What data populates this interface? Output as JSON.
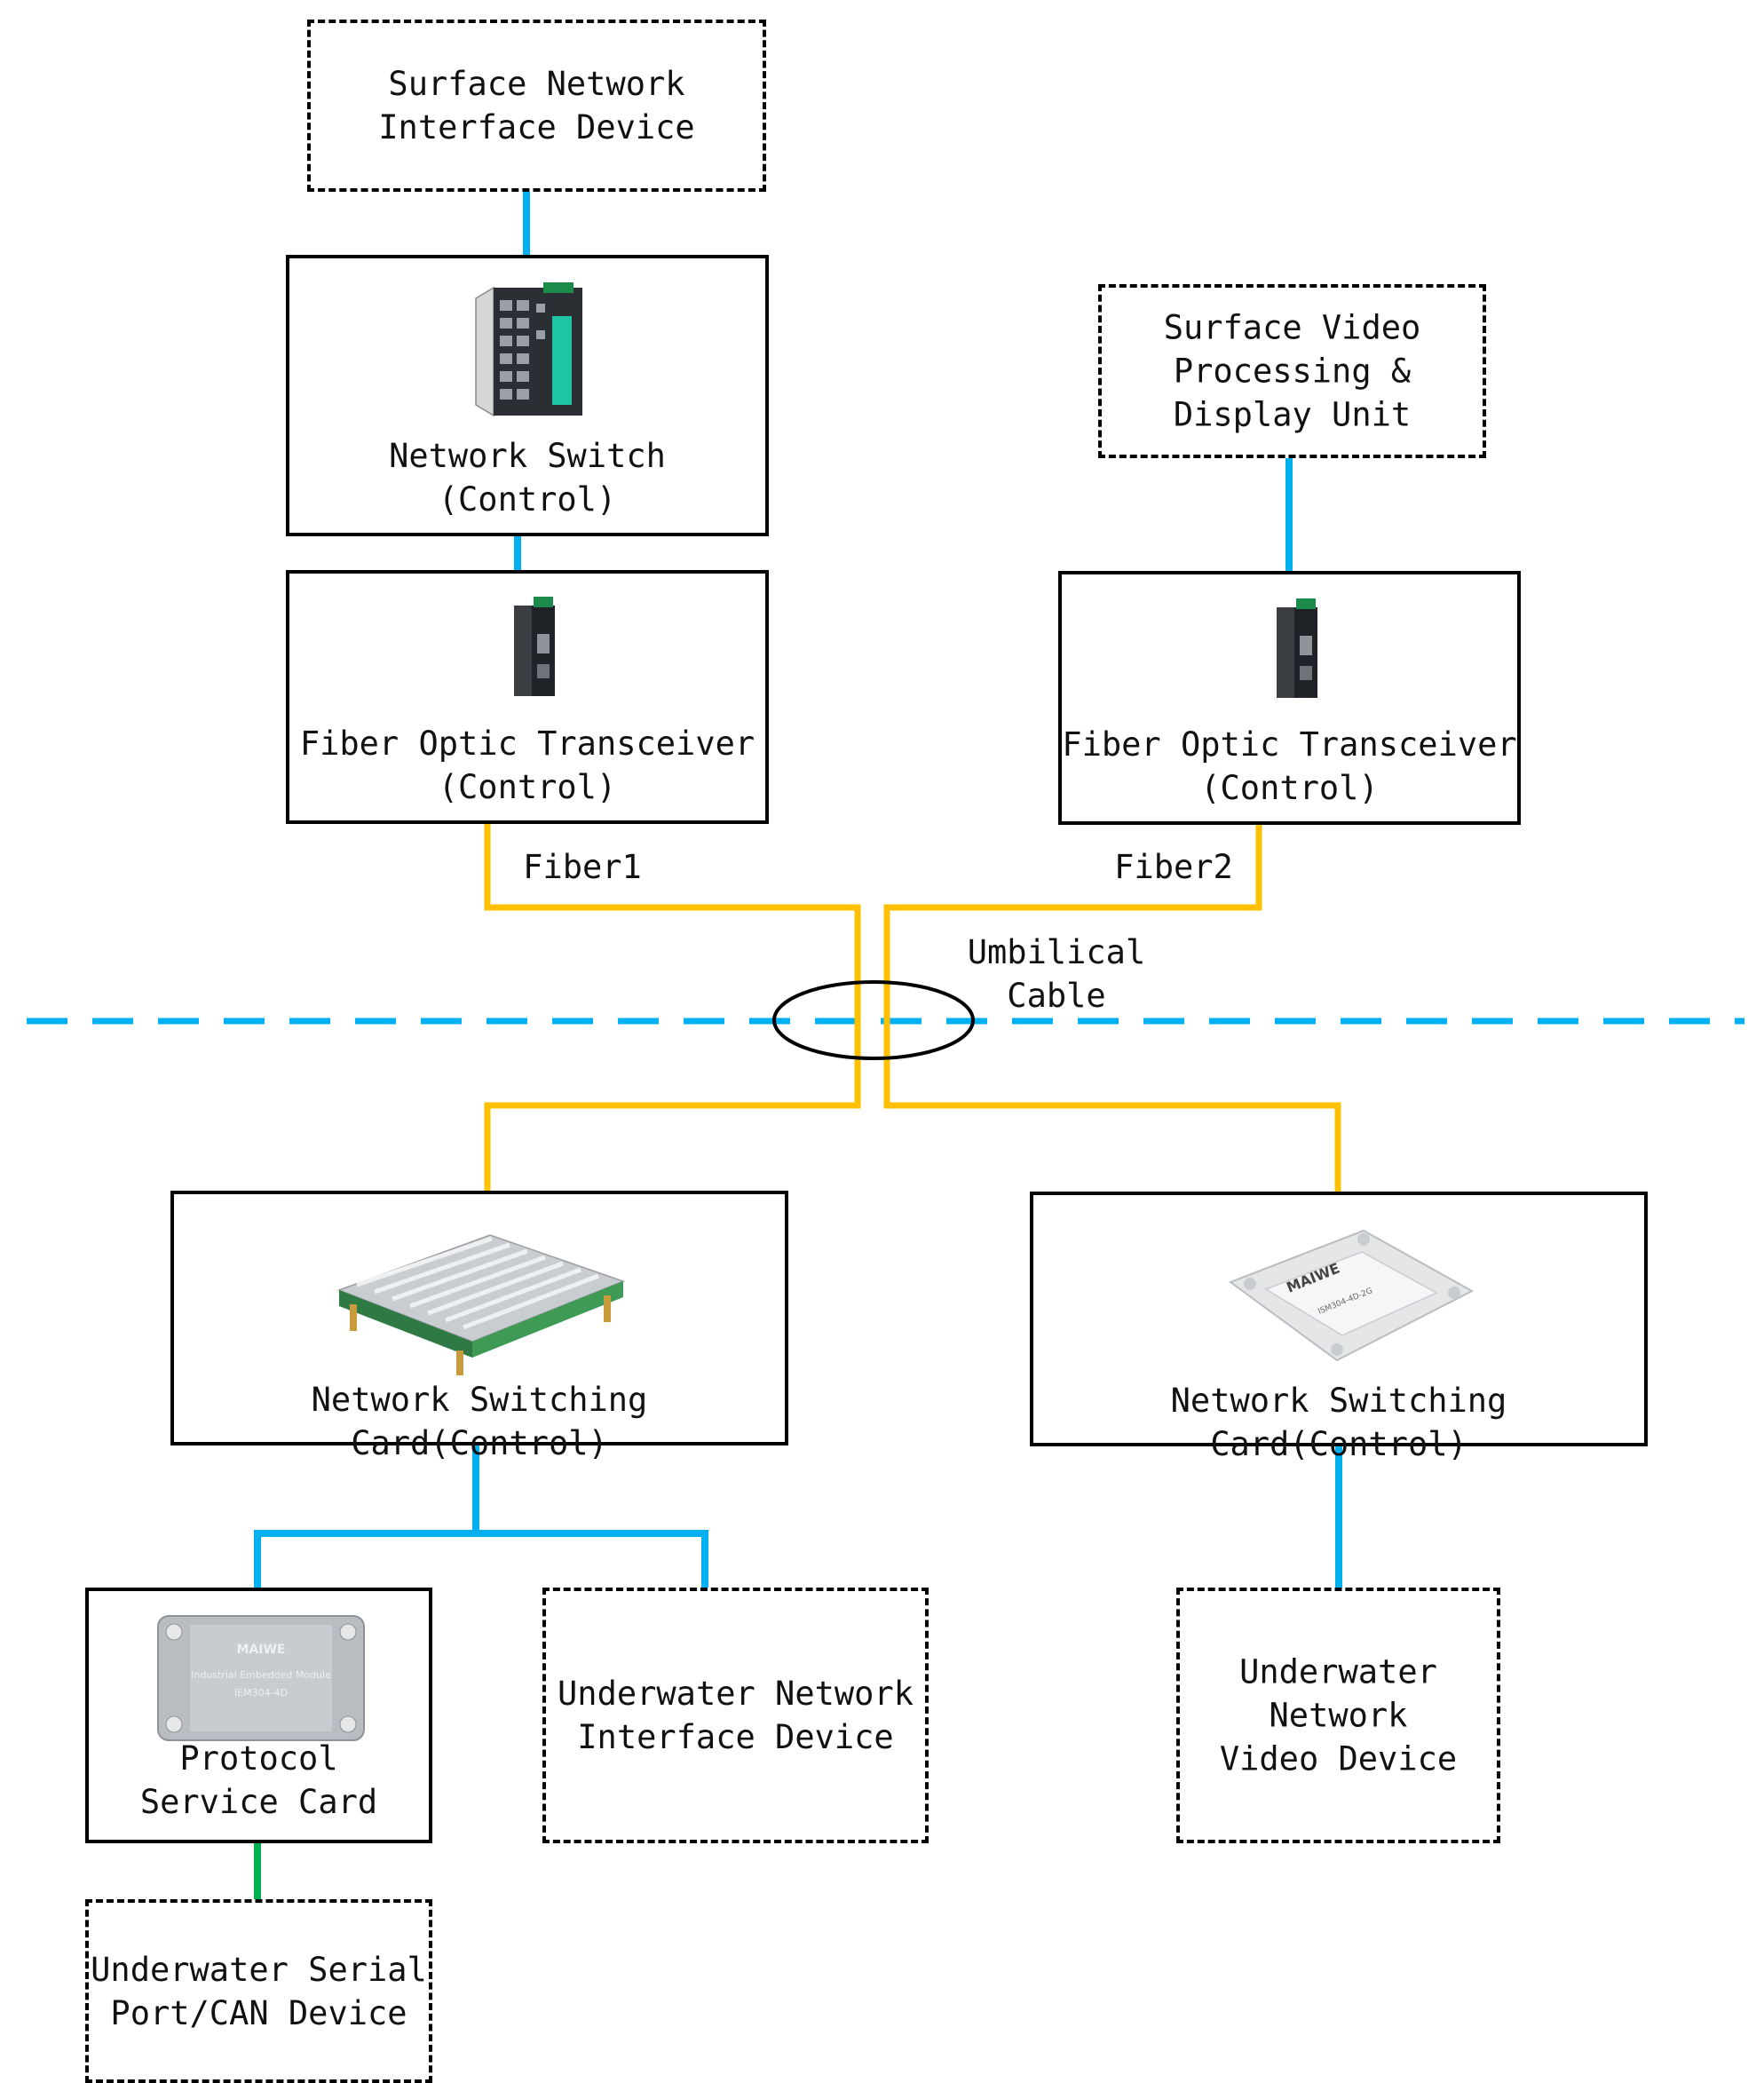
{
  "colors": {
    "ethernet": "#00B0F0",
    "fiber": "#FFC000",
    "serial": "#00B050",
    "border": "#000000",
    "divider": "#00B0F0"
  },
  "icons": {
    "switch": "network-switch-icon",
    "transceiver": "fiber-transceiver-icon",
    "heatsink_card": "heatsink-card-icon",
    "module_card": "embedded-module-icon",
    "protocol_card": "protocol-card-icon"
  },
  "nodes": {
    "surface_network_interface": {
      "label": "Surface Network\nInterface Device"
    },
    "network_switch": {
      "label": "Network Switch\n(Control)"
    },
    "fiber_transceiver_left": {
      "label": "Fiber Optic Transceiver\n(Control)"
    },
    "surface_video_unit": {
      "label": "Surface Video\nProcessing &\nDisplay Unit"
    },
    "fiber_transceiver_right": {
      "label": "Fiber Optic Transceiver\n(Control)"
    },
    "switching_card_left": {
      "label": "Network Switching Card(Control)"
    },
    "switching_card_right": {
      "label": "Network Switching Card(Control)"
    },
    "protocol_service_card": {
      "label": "Protocol\nService Card"
    },
    "underwater_network_interface": {
      "label": "Underwater Network\nInterface Device"
    },
    "underwater_video_device": {
      "label": "Underwater\nNetwork\nVideo Device"
    },
    "underwater_serial_device": {
      "label": "Underwater Serial\nPort/CAN Device"
    }
  },
  "links": {
    "fiber1_label": "Fiber1",
    "fiber2_label": "Fiber2",
    "umbilical_label": "Umbilical\nCable"
  },
  "icon_text": {
    "brand": "MAIWE",
    "module_line": "Industrial Embedded Module",
    "module_model": "IEM304-4D",
    "card_model": "ISM304-4D-2G"
  }
}
